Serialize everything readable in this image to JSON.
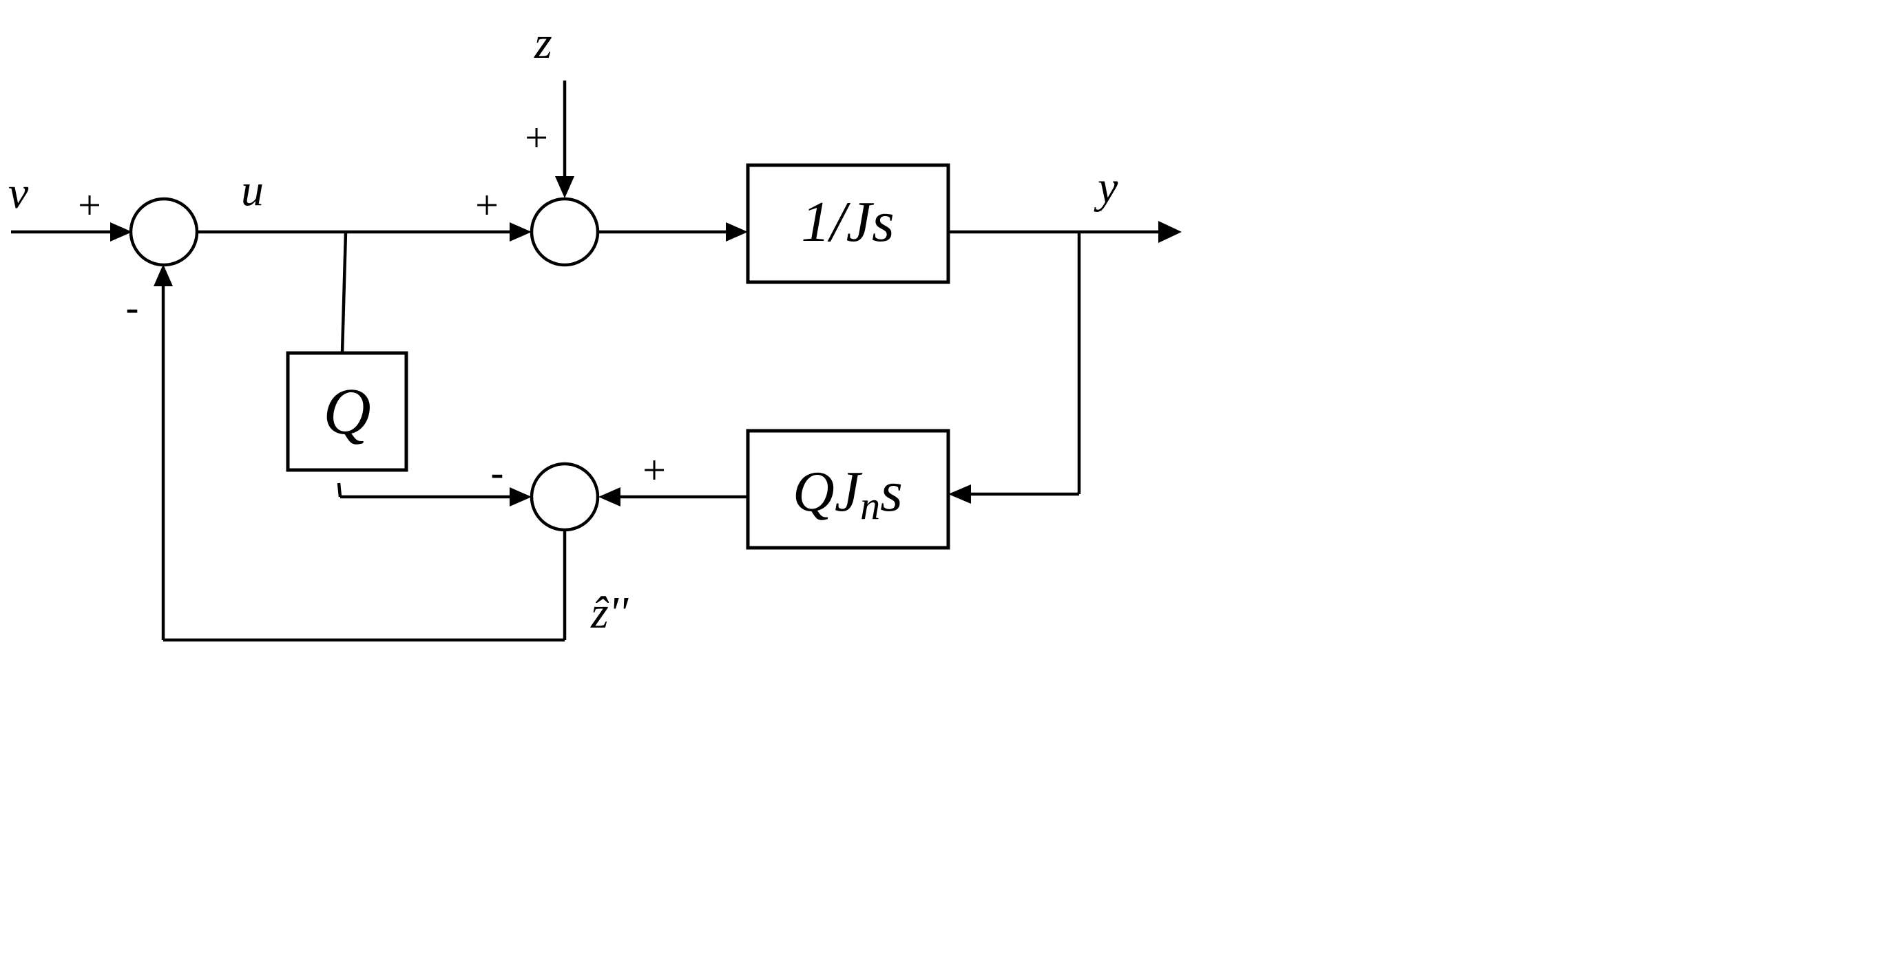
{
  "signals": {
    "v": "v",
    "u": "u",
    "z": "z",
    "y": "y",
    "z_hat": "ẑ''"
  },
  "blocks": {
    "plant": "1/Js",
    "q_filter": "Q",
    "nominal_model_main": "QJ",
    "nominal_model_sub": "n",
    "nominal_model_tail": "s"
  },
  "signs": {
    "sum1_in_v": "+",
    "sum1_in_feedback": "-",
    "sum2_in_u": "+",
    "sum2_in_z": "+",
    "sum3_in_q": "-",
    "sum3_in_model": "+"
  }
}
